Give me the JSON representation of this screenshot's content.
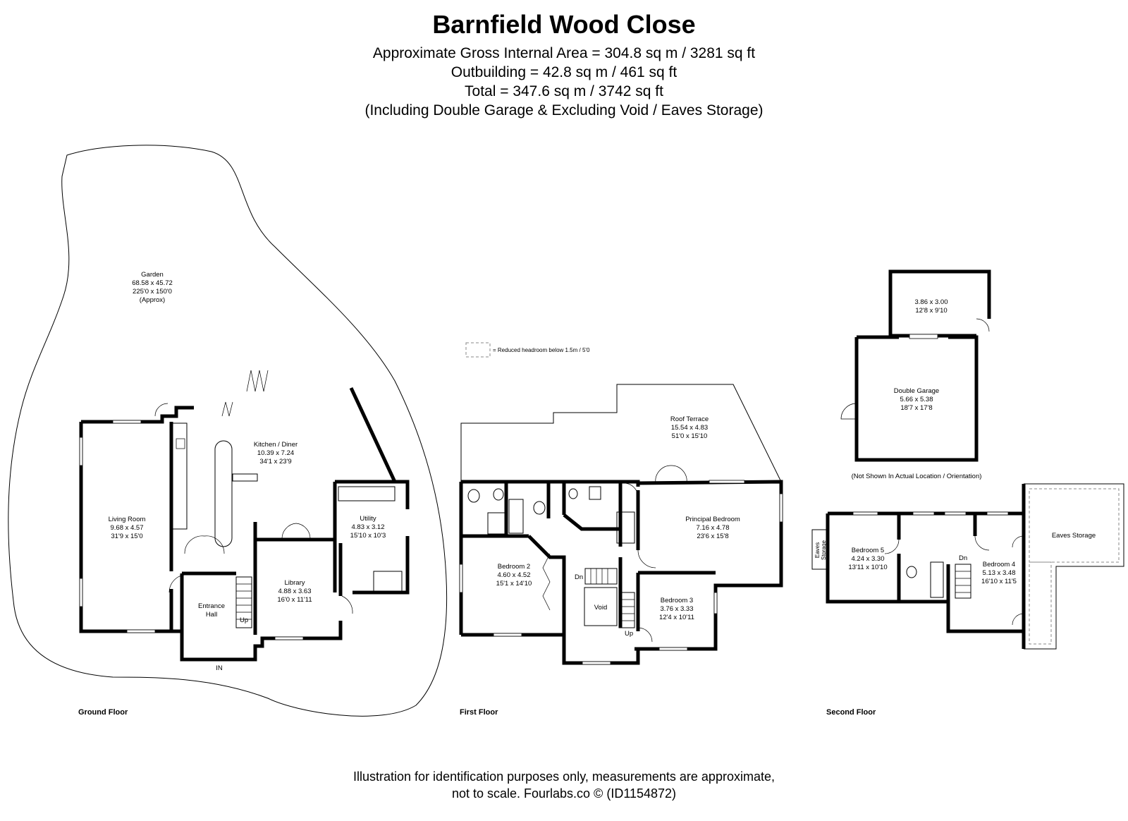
{
  "header": {
    "title": "Barnfield Wood Close",
    "area_line": "Approximate Gross Internal Area = 304.8 sq m / 3281 sq ft",
    "outbuilding_line": "Outbuilding = 42.8 sq m / 461 sq ft",
    "total_line": "Total = 347.6 sq m / 3742 sq ft",
    "note_line": "(Including Double Garage & Excluding Void / Eaves Storage)"
  },
  "legend": {
    "text": "= Reduced headroom below 1.5m / 5'0"
  },
  "ground_floor": {
    "label": "Ground Floor",
    "garden": {
      "name": "Garden",
      "metric": "68.58 x 45.72",
      "imperial": "225'0 x 150'0",
      "note": "(Approx)"
    },
    "living_room": {
      "name": "Living Room",
      "metric": "9.68 x 4.57",
      "imperial": "31'9 x 15'0"
    },
    "kitchen": {
      "name": "Kitchen / Diner",
      "metric": "10.39 x 7.24",
      "imperial": "34'1 x 23'9"
    },
    "utility": {
      "name": "Utility",
      "metric": "4.83 x 3.12",
      "imperial": "15'10 x 10'3"
    },
    "library": {
      "name": "Library",
      "metric": "4.88 x 3.63",
      "imperial": "16'0 x 11'11"
    },
    "entrance": {
      "name1": "Entrance",
      "name2": "Hall"
    },
    "up": "Up",
    "in": "IN"
  },
  "first_floor": {
    "label": "First Floor",
    "roof_terrace": {
      "name": "Roof Terrace",
      "metric": "15.54 x 4.83",
      "imperial": "51'0 x 15'10"
    },
    "principal": {
      "name": "Principal Bedroom",
      "metric": "7.16 x 4.78",
      "imperial": "23'6 x 15'8"
    },
    "bedroom2": {
      "name": "Bedroom 2",
      "metric": "4.60 x 4.52",
      "imperial": "15'1 x 14'10"
    },
    "bedroom3": {
      "name": "Bedroom 3",
      "metric": "3.76 x 3.33",
      "imperial": "12'4 x 10'11"
    },
    "void": "Void",
    "dn": "Dn",
    "up": "Up"
  },
  "outbuilding": {
    "store": {
      "metric": "3.86 x 3.00",
      "imperial": "12'8 x 9'10"
    },
    "garage": {
      "name": "Double Garage",
      "metric": "5.66 x 5.38",
      "imperial": "18'7 x 17'8"
    },
    "note": "(Not Shown In Actual Location / Orientation)"
  },
  "second_floor": {
    "label": "Second Floor",
    "bedroom5": {
      "name": "Bedroom 5",
      "metric": "4.24 x 3.30",
      "imperial": "13'11 x 10'10"
    },
    "bedroom4": {
      "name": "Bedroom 4",
      "metric": "5.13 x 3.48",
      "imperial": "16'10 x 11'5"
    },
    "eaves_storage": "Eaves Storage",
    "eaves_small1": "Eaves",
    "eaves_small2": "Storage",
    "dn": "Dn"
  },
  "footer": {
    "line1": "Illustration for identification purposes only, measurements are approximate,",
    "line2": "not to scale. Fourlabs.co © (ID1154872)"
  }
}
